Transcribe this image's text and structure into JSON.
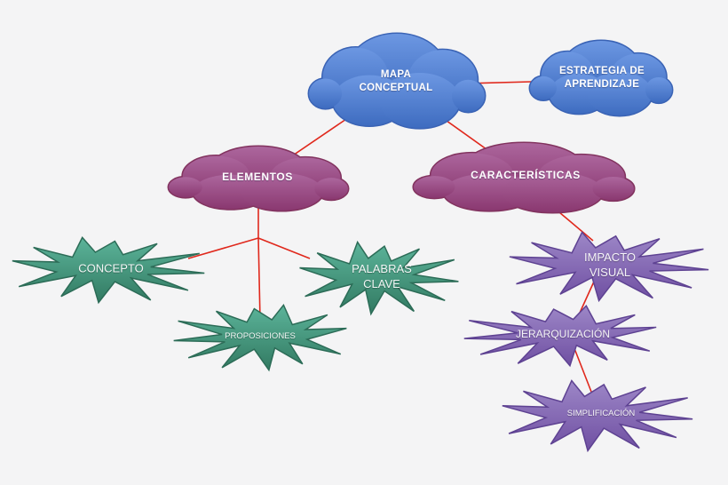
{
  "diagram": {
    "type": "concept-map",
    "background_color": "#f4f4f5",
    "connector_color": "#e0281c",
    "nodes": [
      {
        "id": "mapa-conceptual",
        "shape": "cloud",
        "lines": [
          "MAPA",
          "CONCEPTUAL"
        ],
        "fill_top": "#6c97e2",
        "fill_bottom": "#3e6cc0",
        "border": "#3a63b5",
        "text_color": "#ffffff"
      },
      {
        "id": "estrategia-de-aprendizaje",
        "shape": "cloud",
        "lines": [
          "ESTRATEGIA DE",
          "APRENDIZAJE"
        ],
        "fill_top": "#6c97e2",
        "fill_bottom": "#3e6cc0",
        "border": "#3a63b5",
        "text_color": "#ffffff"
      },
      {
        "id": "elementos",
        "shape": "cloud",
        "lines": [
          "ELEMENTOS"
        ],
        "fill_top": "#ac669d",
        "fill_bottom": "#8a3870",
        "border": "#82335f",
        "text_color": "#ffffff"
      },
      {
        "id": "caracteristicas",
        "shape": "cloud",
        "lines": [
          "CARACTERÍSTICAS"
        ],
        "fill_top": "#ac669d",
        "fill_bottom": "#8a3870",
        "border": "#82335f",
        "text_color": "#ffffff"
      },
      {
        "id": "concepto",
        "shape": "starburst",
        "lines": [
          "CONCEPTO"
        ],
        "fill_top": "#5cb49a",
        "fill_bottom": "#327a62",
        "border": "#2c6c57",
        "text_color": "#ffffff"
      },
      {
        "id": "palabras-clave",
        "shape": "starburst",
        "lines": [
          "PALABRAS",
          "CLAVE"
        ],
        "fill_top": "#5cb49a",
        "fill_bottom": "#327a62",
        "border": "#2c6c57",
        "text_color": "#ffffff"
      },
      {
        "id": "proposiciones",
        "shape": "starburst",
        "lines": [
          "PROPOSICIONES"
        ],
        "fill_top": "#5cb49a",
        "fill_bottom": "#327a62",
        "border": "#2c6c57",
        "text_color": "#ffffff"
      },
      {
        "id": "impacto-visual",
        "shape": "starburst",
        "lines": [
          "IMPACTO",
          "VISUAL"
        ],
        "fill_top": "#9d87c7",
        "fill_bottom": "#6f4fa2",
        "border": "#5e4292",
        "text_color": "#ffffff"
      },
      {
        "id": "jerarquizacion",
        "shape": "starburst",
        "lines": [
          "JERARQUIZACIÓN"
        ],
        "fill_top": "#9d87c7",
        "fill_bottom": "#6f4fa2",
        "border": "#5e4292",
        "text_color": "#ffffff"
      },
      {
        "id": "simplificacion",
        "shape": "starburst",
        "lines": [
          "SIMPLIFICACIÓN"
        ],
        "fill_top": "#9d87c7",
        "fill_bottom": "#6f4fa2",
        "border": "#5e4292",
        "text_color": "#ffffff"
      }
    ],
    "edges": [
      {
        "from": "mapa-conceptual",
        "to": "estrategia-de-aprendizaje",
        "points": [
          448,
          96,
          674,
          90
        ]
      },
      {
        "from": "mapa-conceptual",
        "to": "elementos",
        "points": [
          446,
          96,
          296,
          198
        ]
      },
      {
        "from": "mapa-conceptual",
        "to": "caracteristicas",
        "points": [
          447,
          96,
          590,
          198
        ]
      },
      {
        "from": "elementos",
        "to": "branch-point",
        "points": [
          291,
          202,
          291,
          268
        ]
      },
      {
        "from": "branch-point",
        "to": "concepto",
        "points": [
          291,
          268,
          212,
          291
        ]
      },
      {
        "from": "branch-point",
        "to": "proposiciones",
        "points": [
          291,
          268,
          293,
          361
        ]
      },
      {
        "from": "branch-point",
        "to": "palabras-clave",
        "points": [
          291,
          268,
          349,
          291
        ]
      },
      {
        "from": "caracteristicas",
        "to": "impacto-visual",
        "points": [
          598,
          212,
          668,
          271
        ]
      },
      {
        "from": "impacto-visual",
        "to": "jerarquizacion",
        "points": [
          674,
          306,
          649,
          361
        ]
      },
      {
        "from": "jerarquizacion",
        "to": "simplificacion",
        "points": [
          643,
          382,
          666,
          441
        ]
      }
    ]
  }
}
